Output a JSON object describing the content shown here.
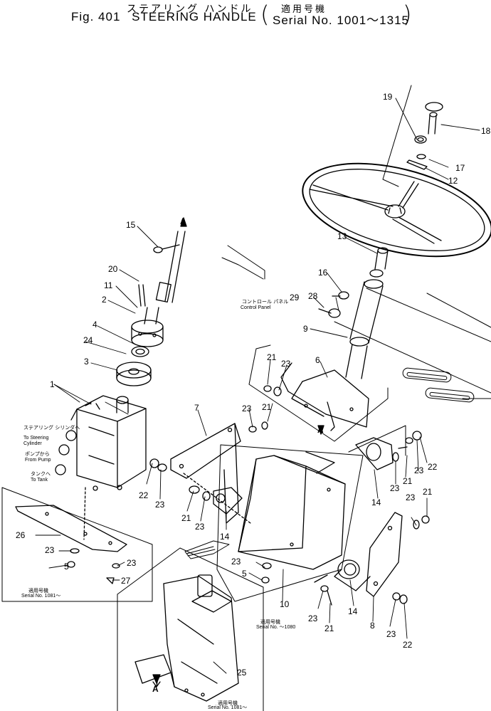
{
  "header": {
    "title_jp": "ステアリング ハンドル",
    "fig_label": "Fig. 401",
    "title_en": "STEERING HANDLE",
    "serial_jp": "適用号機",
    "serial_en": "Serial No. 1001～1315"
  },
  "callouts": [
    "1",
    "2",
    "3",
    "4",
    "5",
    "6",
    "7",
    "8",
    "9",
    "10",
    "11",
    "12",
    "13",
    "14",
    "15",
    "16",
    "17",
    "18",
    "19",
    "20",
    "21",
    "22",
    "23",
    "24",
    "25",
    "26",
    "27",
    "28",
    "29"
  ],
  "annotations": {
    "control_panel_jp": "コントロール パネル",
    "control_panel_en": "Control Panel",
    "to_steering_jp": "ステアリング シリンダへ",
    "to_steering_en": "To Steering Cylinder",
    "from_pump_jp": "ポンプから",
    "from_pump_en": "From Pump",
    "to_tank_jp": "タンクへ",
    "to_tank_en": "To Tank",
    "applicable_jp": "適用号機",
    "serial_1081": "Serial No. 1081～",
    "serial_1080": "Serial No. ～1080",
    "view_a": "A"
  }
}
